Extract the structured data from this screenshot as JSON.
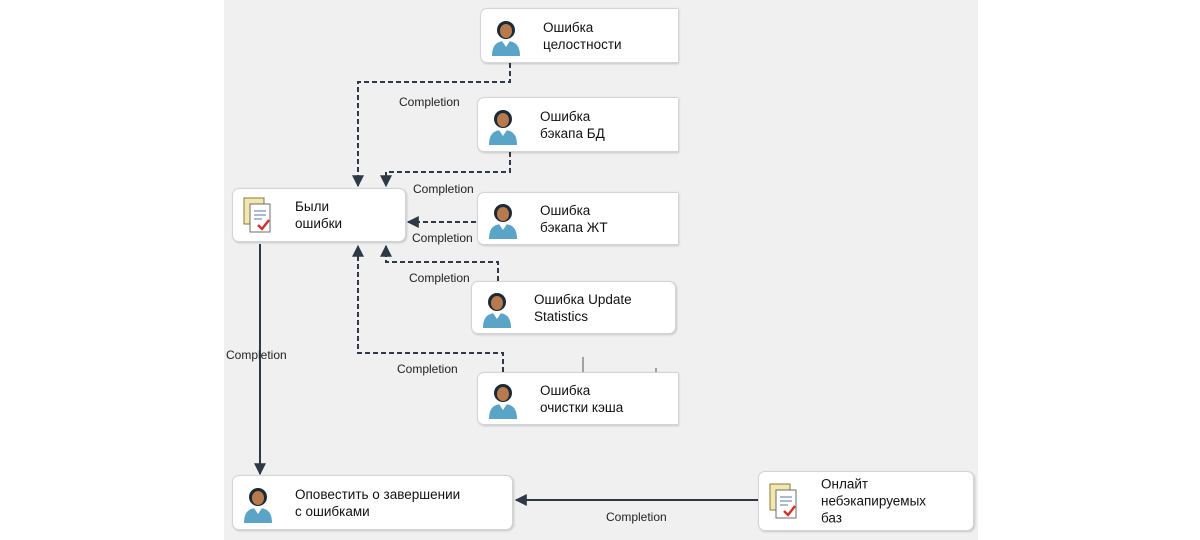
{
  "tasks": {
    "integrity_error": {
      "label": "Ошибка\nцелостности",
      "icon": "person-icon"
    },
    "db_backup_error": {
      "label": "Ошибка\nбэкапа БД",
      "icon": "person-icon"
    },
    "jt_backup_error": {
      "label": "Ошибка\nбэкапа ЖТ",
      "icon": "person-icon"
    },
    "update_stats_error": {
      "label": "Ошибка Update\nStatistics",
      "icon": "person-icon"
    },
    "cache_clear_error": {
      "label": "Ошибка\nочистки кэша",
      "icon": "person-icon"
    },
    "had_errors": {
      "label": "Были\nошибки",
      "icon": "script-task-icon"
    },
    "notify_errors": {
      "label": "Оповестить о завершении\nс ошибками",
      "icon": "person-icon"
    },
    "online_unbacked": {
      "label": "Онлайт\nнебэкапируемых\nбаз",
      "icon": "script-task-icon"
    }
  },
  "connectors": {
    "integrity": "Completion",
    "db_backup": "Completion",
    "jt_backup": "Completion",
    "update_stats": "Completion",
    "cache": "Completion",
    "had_errors_to_notify": "Completion",
    "online_to_notify": "Completion"
  },
  "colors": {
    "canvas": "#f0f0f0",
    "line": "#2e3847"
  }
}
